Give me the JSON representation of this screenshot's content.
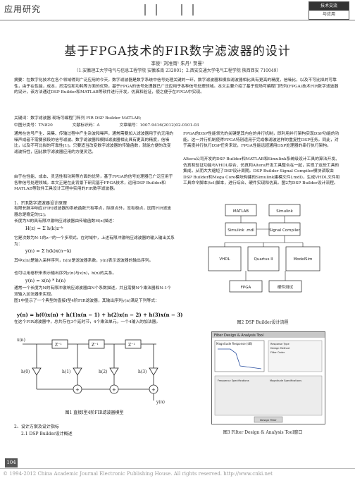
{
  "header": {
    "section": "应用研究",
    "badge_top": "技术交流",
    "badge_bottom": "与应用"
  },
  "title": "基于FPGA技术的FIR数字滤波器的设计",
  "authors": "李俊¹ 刘准雨¹ 朱丹¹ 贺曼²",
  "affiliation": "（1.安徽理工大学电气与信息工程学院 安徽淮南 232001；2.西安交通大学电气工程学院 陕西西安 710049）",
  "abstract": "摘要：在数字化技术在各个领域得到广泛应用的今天，数字滤波器是数字系统中信号处理关键的一环，数字滤波器和模拟滤波器相比具有更高的精度，信噪比，以及不可比拟的可靠性，由于在性能，成本，灵活性和功耗等方面的优势，基于FPGA的信号处理器已广泛应用于各种信号处理领域。本文主要介绍了基于现场可编程门阵列(FPGA)技术FIR数字滤波器的设计，该方法通过DSP Builder和MATLAB等软件进行开发，仿真和验证，使之便于在FPGA中实现。",
  "keywords": "关键词：数字滤波器 现场可编程门阵列 FIR DSP Builder MATLAB;",
  "classification": {
    "clc": "中图分类号：TN820",
    "doc": "文献标识码：A",
    "article": "文章编号：1007-9416(2012)02-0101-03"
  },
  "left_column": {
    "intro": "通常在信号产生、采集、传输过程中产生杂波和噪声，通常需要加入滤波器用于抗无用的噪声成者不需要频段的信号滤波。数字滤波器和模拟滤波器相比具有更高的精度，信噪比，以及不可比拟的可靠性[1]。只要适当改变数字滤波器的传输函数，就能方便的改变滤波特性，因此数字滤波器应用的方便灵活。",
    "intro2": "由于在性能、成本、灵活性和功耗等方面的优势，基于FPGA的信号处理器已广泛应用于各种信号处理领域。本文正是在此背景下研究基于FPGA技术，运用DSP Builder和MATLAB等软件工具设计工程中实用的FIR数字滤波器。",
    "sec1": "1、FIR数字滤波器设计原理",
    "sec1_p1": "有限长脉冲响应(FIR)滤波器的系统函数只有零点，除原点外，没有极点，因而FIR滤波器总是稳定的[2]。",
    "sec1_p2": "长度为N的具有限冲激响应滤波器由传输函数H(z)描述：",
    "eq1": "H(z) = Σ h(k)z⁻ᵏ",
    "sec1_p3": "它是次数为N-1的z⁻¹的一个多项式。在时域中，上述有限冲激响应滤波器的输入输出关系为：",
    "eq2": "y(n) = Σ h(k)x(n−k)",
    "sec1_p4": "其中x(n)是输入采样序列，h(n)是滤波器系数，y(n)表示滤波器的输出序列。",
    "sec1_p5": "也可以用卷积来表示输出序列y(n)与x(n)，h(n)的关系。",
    "eq3": "y(n) = x(n) * h(n)",
    "sec1_p6": "通常一个长度为N的有限冲激响应滤波器由N个系数描述，并且需要N个乘法器和N-1个双输入加法器来实现。",
    "sec1_p7": "图1中显示了一个典型的直接I型4阶FIR滤波器，其输出序列y(n)满足下列等式：",
    "eq4": "y(n) = h(0)x(n) + h(1)x(n − 1) + h(2)x(n − 2) + h(3)x(n − 3)",
    "sec1_p8": "在这个FIR滤波器中，总共存在3个延时节，4个乘法单元，一个4输入的加法器。",
    "fig1_caption": "图1 直接I型4阶FIR滤波器模型",
    "sec2": "2、设计方案及设计指标",
    "sec2_1": "2.1 DSP Builder设计概述"
  },
  "right_column": {
    "p1": "FPGA的DSP性能领先的关键是其内在的并行机制，即利用并行架构实现DSP功能的功能。这一并行机制使得FPGA特别适用于完成像滤波这样的重复性DSP任务。同此，对于高度并行执行DSP任务来说，FPGA性能远超通用DSP处理器的串行执行架构。",
    "p2": "Altera公司开发的DSP Builder和MATLAB和Simulink系统级设计工具的算法开发、仿真和验证功能与VHDL综合、仿真和Altera开发工具整合在一起，实现了这些工具的集成，从而大大缩短了DSP设计周期。DSP Builder Signal Compiler模块读取由DSP Builder和Mega Core模块构建的Simulink建模文件(.mdl)，生成VHDL文件和工具命令脚本(tcl)脚本，进行综合、硬件实现和仿真。图2为DSP Builder设计流程。",
    "fig2_caption": "图2 DSP Builder设计流程",
    "fig3_caption": "图3 Filter Design & Analysis Tool窗口"
  },
  "footer": {
    "page": "104",
    "copyright": "© 1994-2012 China Academic Journal Electronic Publishing House. All rights reserved.   http://www.cnki.net"
  },
  "fig1": {
    "input": "x(n)",
    "output": "y(n)",
    "delay": "Z⁻¹",
    "coefs": [
      "h(0)",
      "h(1)",
      "h(2)",
      "h(3)"
    ]
  },
  "fig2": {
    "top": [
      "MATLAB",
      "Simulink"
    ],
    "mid_left": "Simulink\n.mdl",
    "mid_right": "Signal Compiler",
    "row3": [
      "VHDL",
      "Quartus II",
      "ModelSim"
    ],
    "bottom": [
      "FPGA",
      "硬件测试"
    ]
  },
  "fig3": {
    "title": "Filter Design & Analysis Tool",
    "plot_label": "Magnitude Response (dB)",
    "specs": [
      "Response Type",
      "Design Method",
      "Filter Order",
      "Frequency Specifications",
      "Magnitude Specifications"
    ],
    "button": "Design Filter"
  }
}
